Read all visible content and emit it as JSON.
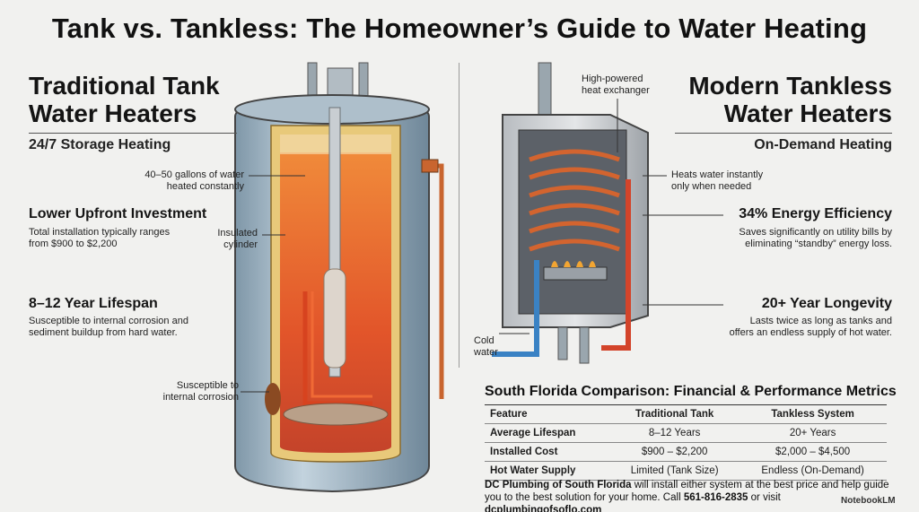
{
  "title": "Tank vs. Tankless: The Homeowner’s Guide to Water Heating",
  "left": {
    "heading_line1": "Traditional Tank",
    "heading_line2": "Water Heaters",
    "subheading": "24/7 Storage Heating",
    "callout_gallons_line1": "40–50 gallons of water",
    "callout_gallons_line2": "heated constantly",
    "cost_heading": "Lower Upfront Investment",
    "cost_text_line1": "Total installation typically ranges",
    "cost_text_line2": "from $900 to $2,200",
    "callout_cylinder_line1": "Insulated",
    "callout_cylinder_line2": "cylinder",
    "lifespan_heading": "8–12 Year Lifespan",
    "lifespan_text_line1": "Susceptible to internal corrosion and",
    "lifespan_text_line2": "sediment buildup from hard water.",
    "callout_corrosion_line1": "Susceptible to",
    "callout_corrosion_line2": "internal corrosion"
  },
  "right": {
    "callout_exchanger_line1": "High-powered",
    "callout_exchanger_line2": "heat exchanger",
    "heading_line1": "Modern Tankless",
    "heading_line2": "Water Heaters",
    "subheading": "On-Demand Heating",
    "callout_instant_line1": "Heats water instantly",
    "callout_instant_line2": "only when needed",
    "efficiency_heading": "34% Energy Efficiency",
    "efficiency_text_line1": "Saves significantly on utility bills by",
    "efficiency_text_line2": "eliminating “standby” energy loss.",
    "longevity_heading": "20+ Year Longevity",
    "longevity_text_line1": "Lasts twice as long as tanks and",
    "longevity_text_line2": "offers an endless supply of hot water.",
    "callout_cold_line1": "Cold",
    "callout_cold_line2": "water"
  },
  "table": {
    "title": "South Florida Comparison: Financial & Performance Metrics",
    "headers": [
      "Feature",
      "Traditional Tank",
      "Tankless System"
    ],
    "rows": [
      [
        "Average Lifespan",
        "8–12 Years",
        "20+ Years"
      ],
      [
        "Installed Cost",
        "$900 – $2,200",
        "$2,000 – $4,500"
      ],
      [
        "Hot Water Supply",
        "Limited (Tank Size)",
        "Endless (On-Demand)"
      ]
    ]
  },
  "footer": {
    "company": "DC Plumbing of South Florida",
    "text_mid": " will install either system at the best price and help guide you to the best solution for your home. Call ",
    "phone": "561-816-2835",
    "text_or": " or visit ",
    "website": "dcplumbingofsoflo.com"
  },
  "badge": "NotebookLM",
  "colors": {
    "hot_water": "#e8622a",
    "cold_water": "#3a82c4",
    "copper": "#c9652f",
    "tank_steel": "#9fb3c2",
    "insulation": "#e8c97a"
  }
}
